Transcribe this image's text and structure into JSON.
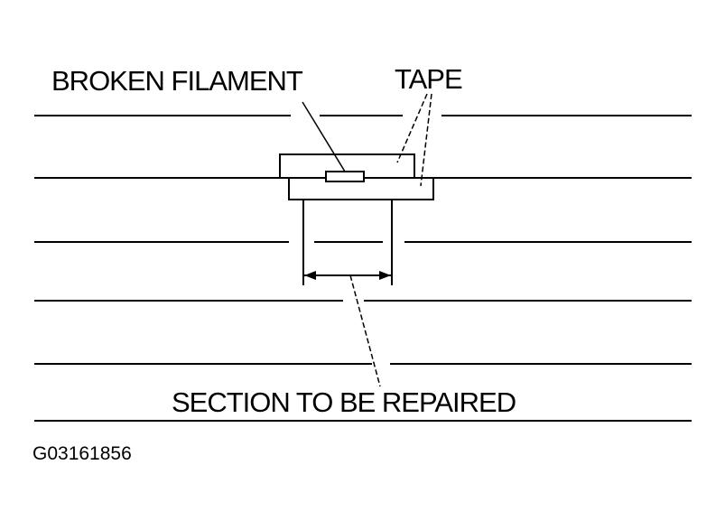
{
  "labels": {
    "broken_filament": "BROKEN FILAMENT",
    "tape": "TAPE",
    "section_to_be_repaired": "SECTION TO BE REPAIRED"
  },
  "figure_code": "G03161856",
  "colors": {
    "ink": "#000000",
    "background": "#ffffff"
  }
}
